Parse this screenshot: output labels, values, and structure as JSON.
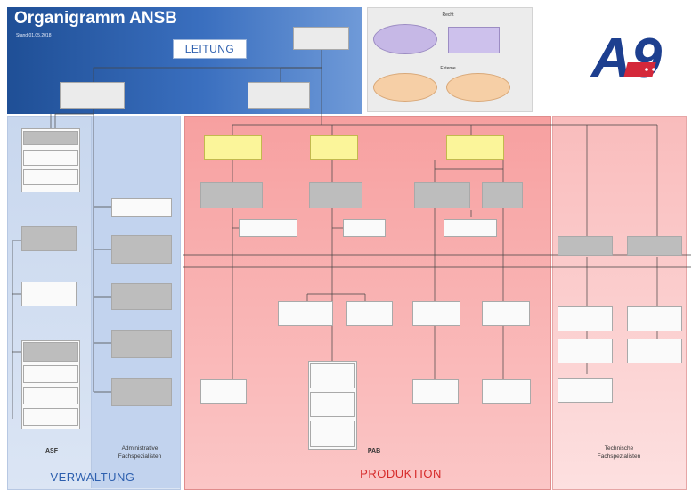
{
  "header": {
    "title": "Organigramm ANSB",
    "stand": "Stand 01.05.2018",
    "section_label": "LEITUNG"
  },
  "legend": {
    "top_title": "Recht",
    "bottom_title": "Externe",
    "items": [
      "",
      "",
      "",
      ""
    ]
  },
  "logo": {
    "text": "A9"
  },
  "sections": {
    "verwaltung": {
      "left_caption": "ASF",
      "right_caption_1": "Administrative",
      "right_caption_2": "Fachspezialisten",
      "label": "VERWALTUNG"
    },
    "produktion": {
      "caption": "PAB",
      "label": "PRODUKTION"
    },
    "technik": {
      "caption_1": "Technische",
      "caption_2": "Fachspezialisten"
    }
  },
  "colors": {
    "header_blue": "#2a5aa8",
    "verwaltung_blue": "#c8d7ee",
    "produktion_red": "#f7a0a0",
    "technik_pink": "#fbc6c6",
    "yellow_box": "#fbf59a",
    "legend_purple": "#c6b8e6",
    "legend_orange": "#f6cfa6",
    "logo_blue": "#1d3f8f",
    "logo_red": "#d4283a"
  }
}
